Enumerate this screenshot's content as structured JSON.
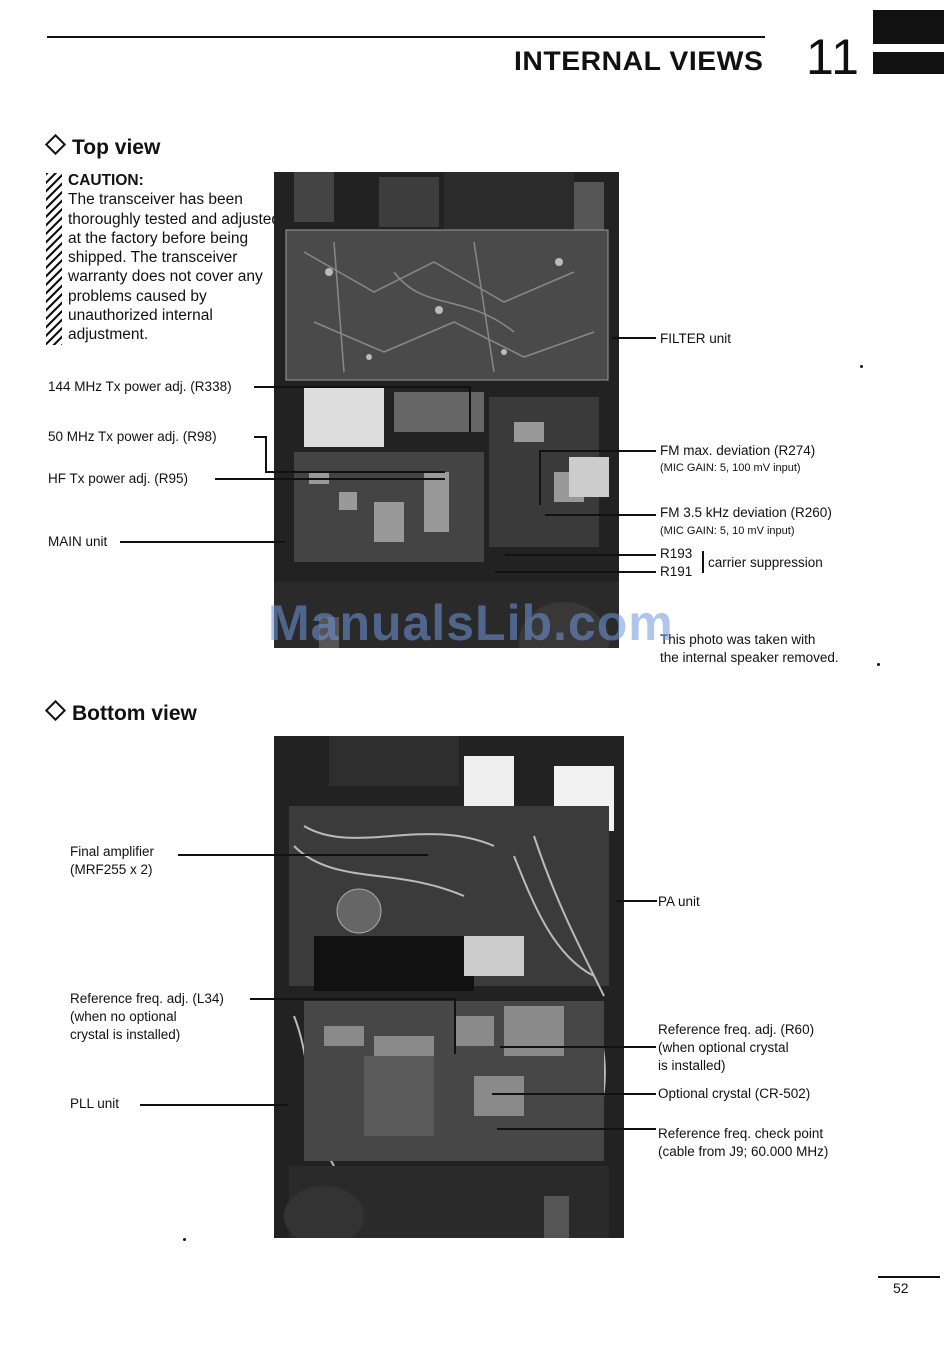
{
  "header": {
    "title": "INTERNAL VIEWS",
    "chapter": "11"
  },
  "top_view": {
    "heading": "Top view",
    "caution_title": "CAUTION:",
    "caution_text": "The transceiver has been thoroughly tested and adjusted at the factory before being shipped. The transceiver warranty does not cover any problems caused by unauthorized internal adjustment.",
    "labels": {
      "filter_unit": "FILTER unit",
      "tx144": "144 MHz Tx power adj. (R338)",
      "tx50": "50 MHz Tx power adj. (R98)",
      "txhf": "HF Tx power adj. (R95)",
      "main_unit": "MAIN unit",
      "fm_max": "FM max. deviation (R274)",
      "fm_max_sub": "(MIC GAIN: 5, 100 mV input)",
      "fm_35": "FM 3.5 kHz deviation (R260)",
      "fm_35_sub": "(MIC GAIN: 5, 10 mV input)",
      "r193": "R193",
      "r191": "R191",
      "carrier": "carrier suppression",
      "photo_note_1": "This photo was taken with",
      "photo_note_2": "the internal speaker removed."
    }
  },
  "bottom_view": {
    "heading": "Bottom view",
    "labels": {
      "final_amp_1": "Final amplifier",
      "final_amp_2": "(MRF255 x 2)",
      "pa_unit": "PA unit",
      "ref_l34_1": "Reference freq. adj. (L34)",
      "ref_l34_2": "(when no optional",
      "ref_l34_3": "crystal is installed)",
      "pll_unit": "PLL unit",
      "ref_r60_1": "Reference freq. adj. (R60)",
      "ref_r60_2": "(when optional crystal",
      "ref_r60_3": "is installed)",
      "opt_crystal": "Optional crystal (CR-502)",
      "check_1": "Reference freq. check point",
      "check_2": "(cable from J9; 60.000 MHz)"
    }
  },
  "watermark": "ManualsLib.com",
  "page_number": "52"
}
